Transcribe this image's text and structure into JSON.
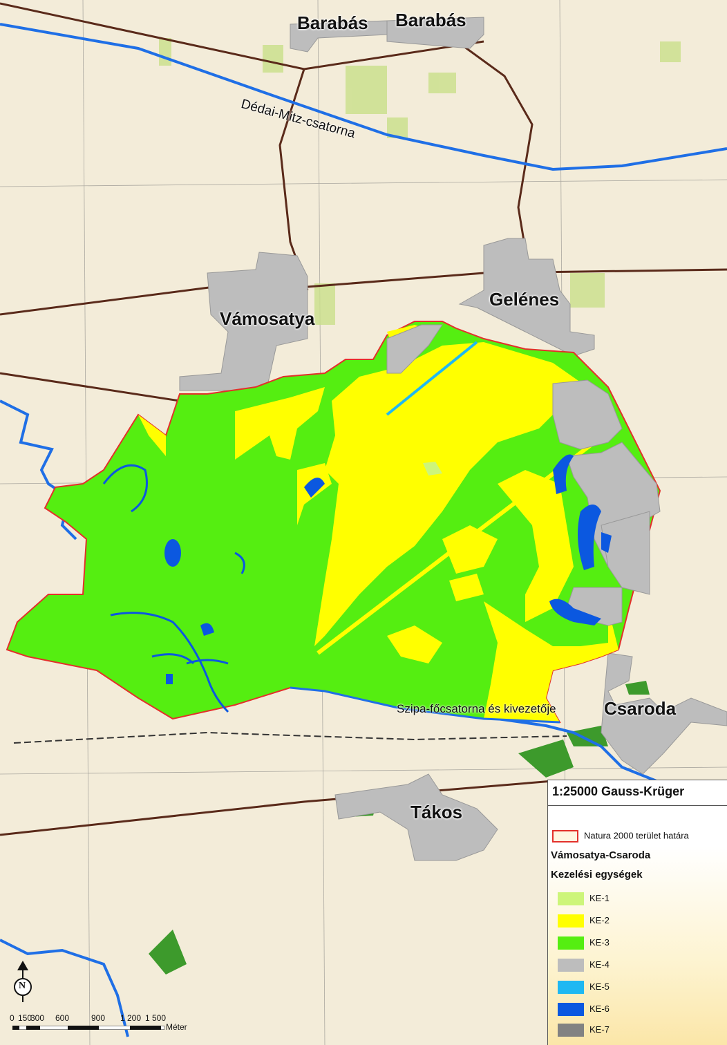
{
  "towns": [
    {
      "name": "Barabás"
    },
    {
      "name": "Barabás"
    },
    {
      "name": "Vámosatya"
    },
    {
      "name": "Gelénes"
    },
    {
      "name": "Csaroda"
    },
    {
      "name": "Tákos"
    }
  ],
  "canals": {
    "dedai": "Dédai-Mitz-csatorna",
    "szipa": "Szipa-főcsatorna  és kivezetője"
  },
  "legend": {
    "scale_title": "1:25000 Gauss-Krüger",
    "natura_label": "Natura 2000 terület határa",
    "area_name": "Vámosatya-Csaroda",
    "units_title": "Kezelési egységek",
    "classes": [
      {
        "label": "KE-1",
        "color": "#cdf57a"
      },
      {
        "label": "KE-2",
        "color": "#ffff00"
      },
      {
        "label": "KE-3",
        "color": "#55ee11"
      },
      {
        "label": "KE-4",
        "color": "#bdbdbd"
      },
      {
        "label": "KE-5",
        "color": "#1fb8f2"
      },
      {
        "label": "KE-6",
        "color": "#0b58e0"
      },
      {
        "label": "KE-7",
        "color": "#828282"
      }
    ]
  },
  "scale_bar": {
    "ticks": [
      "0",
      "150",
      "300",
      "600",
      "900",
      "1 200",
      "1 500"
    ],
    "unit": "Méter"
  },
  "north_arrow": {
    "letter": "N"
  },
  "colors": {
    "boundary": "#e3302b",
    "river": "#1f6fe6",
    "road": "#5a2a1a",
    "settlement": "#bdbdbd"
  }
}
